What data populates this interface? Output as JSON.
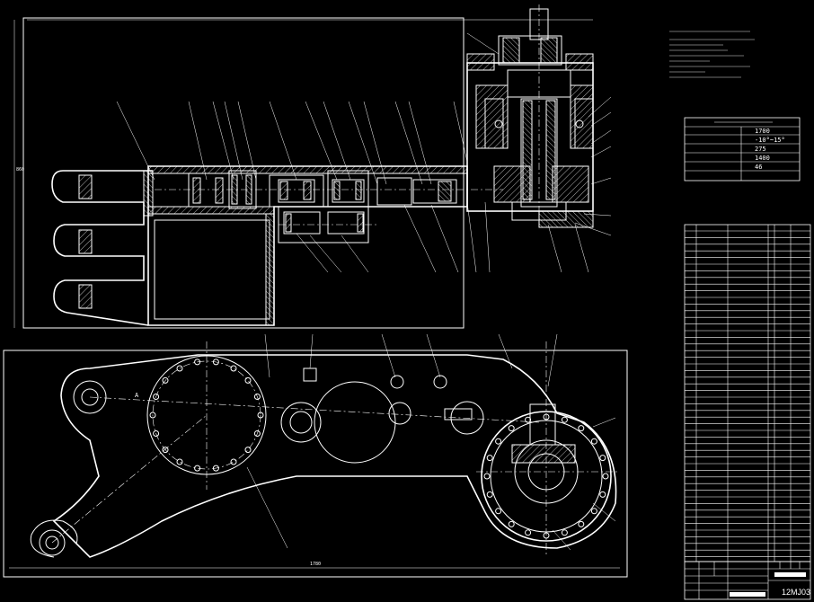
{
  "drawing": {
    "drawing_number": "12MJ03",
    "section_label": "A"
  },
  "specs_table": {
    "rows": [
      {
        "value": "1700"
      },
      {
        "value": "-10°~15°"
      },
      {
        "value": "275"
      },
      {
        "value": "1400"
      },
      {
        "value": "46"
      }
    ]
  },
  "dims": {
    "bottom_width": "1780",
    "left_height": "860"
  }
}
